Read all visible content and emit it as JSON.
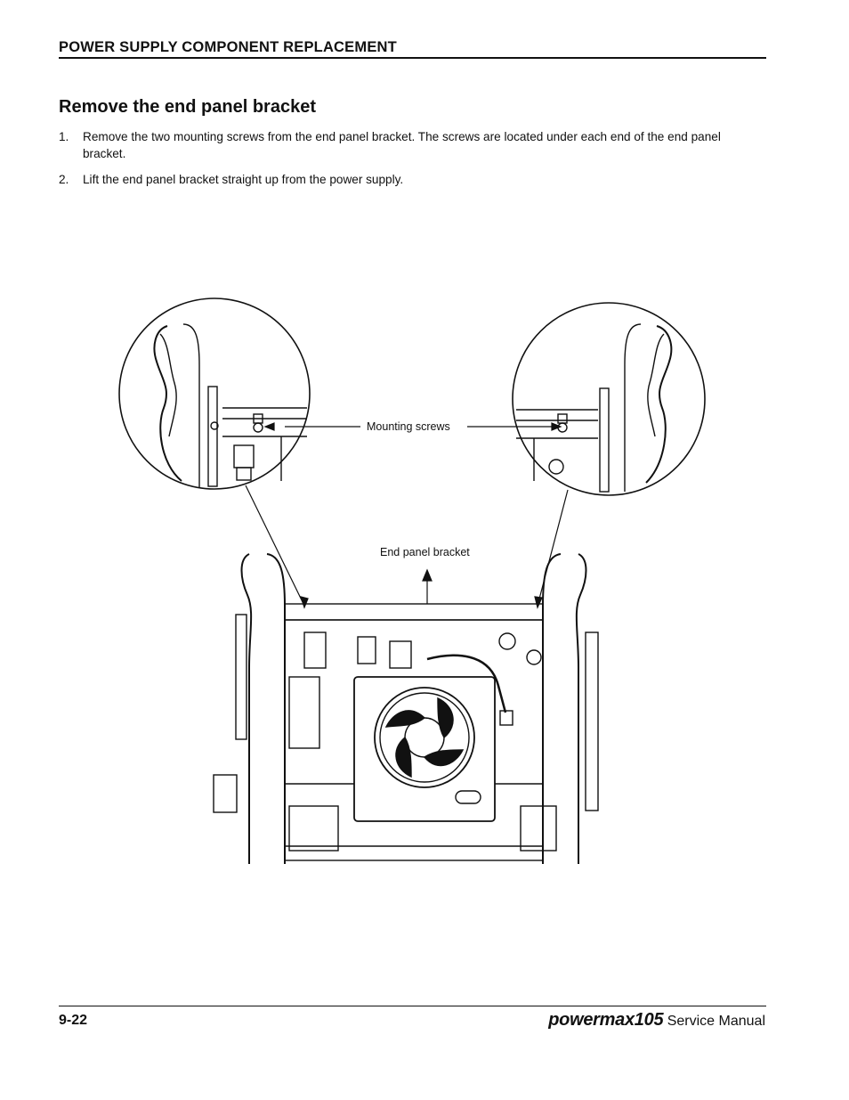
{
  "header": {
    "title": "POWER SUPPLY COMPONENT REPLACEMENT"
  },
  "section": {
    "heading": "Remove the end panel bracket"
  },
  "steps": [
    {
      "number": "1.",
      "text": "Remove the two mounting screws from the end panel bracket. The screws are located under each end of the end panel bracket."
    },
    {
      "number": "2.",
      "text": "Lift the end panel bracket straight up from the power supply."
    }
  ],
  "figure": {
    "callouts": {
      "mounting_screws": "Mounting screws",
      "end_panel_bracket": "End panel bracket"
    }
  },
  "footer": {
    "page_number": "9-22",
    "brand_logo": "powermax105",
    "brand_suffix": "Service Manual"
  }
}
